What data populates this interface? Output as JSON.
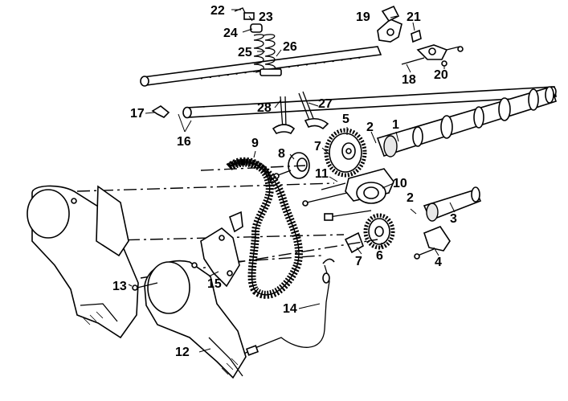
{
  "labels": {
    "l1": "1",
    "l2a": "2",
    "l2b": "2",
    "l3": "3",
    "l4": "4",
    "l5": "5",
    "l6": "6",
    "l7a": "7",
    "l7b": "7",
    "l8": "8",
    "l9": "9",
    "l10": "10",
    "l11": "11",
    "l12": "12",
    "l13": "13",
    "l14": "14",
    "l15": "15",
    "l16": "16",
    "l17": "17",
    "l18": "18",
    "l19": "19",
    "l20": "20",
    "l21": "21",
    "l22": "22",
    "l23": "23",
    "l24": "24",
    "l25": "25",
    "l26": "26",
    "l27": "27",
    "l28": "28"
  }
}
